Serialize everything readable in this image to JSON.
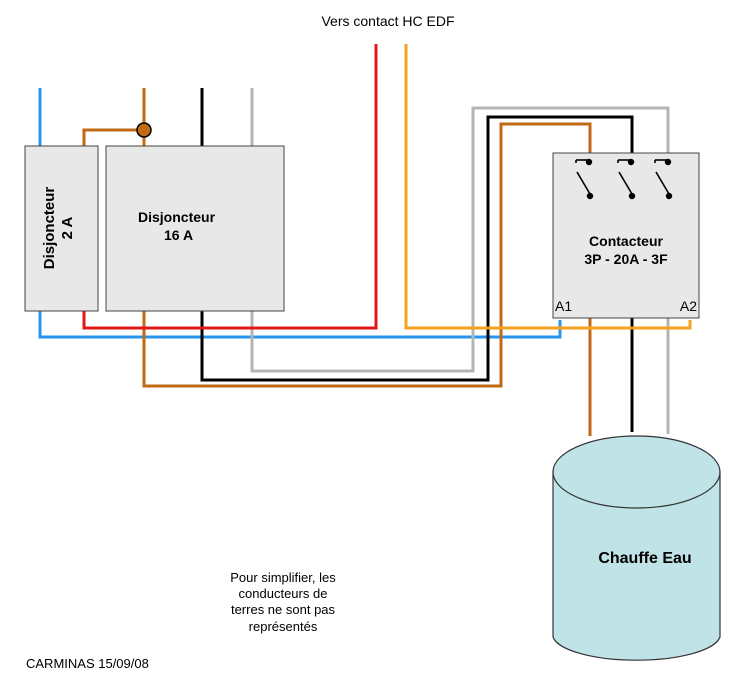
{
  "top_label": "Vers contact HC EDF",
  "breaker_small": {
    "line1": "Disjoncteur",
    "line2": "2 A"
  },
  "breaker_main": {
    "line1": "Disjoncteur",
    "line2": "16 A"
  },
  "contactor": {
    "line1": "Contacteur",
    "line2": "3P - 20A - 3F",
    "terminal_a1": "A1",
    "terminal_a2": "A2"
  },
  "tank": {
    "label": "Chauffe Eau"
  },
  "note": {
    "lines": [
      "Pour simplifier, les",
      "conducteurs de",
      "terres ne sont pas",
      "représentés"
    ]
  },
  "credit": "CARMINAS 15/09/08",
  "colors": {
    "blue": "#2a95f0",
    "brown": "#c06a14",
    "black": "#000000",
    "grey": "#b4b4b4",
    "red": "#e01818",
    "orange": "#f5a21e",
    "box_fill": "#e8e8e8",
    "tank_fill": "#bfe3e6"
  }
}
